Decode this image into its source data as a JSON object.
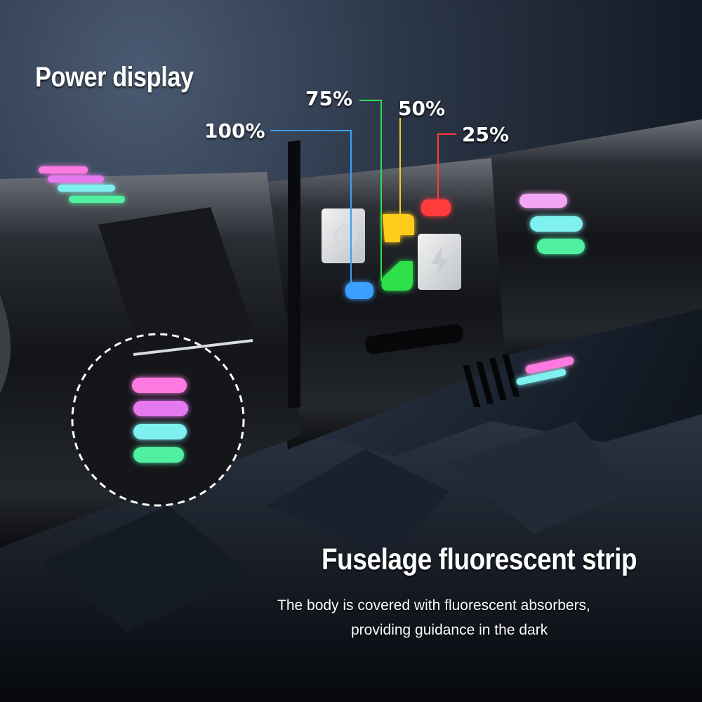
{
  "titles": {
    "power_display": "Power display",
    "fuselage": "Fuselage fluorescent strip"
  },
  "description": {
    "line1": "The body is covered with fluorescent absorbers,",
    "line2": "providing guidance in the dark"
  },
  "levels": [
    {
      "label": "100%",
      "color": "#3aa0ff"
    },
    {
      "label": "75%",
      "color": "#2ee04a"
    },
    {
      "label": "50%",
      "color": "#ffcc1a"
    },
    {
      "label": "25%",
      "color": "#ff3b3b"
    }
  ],
  "strip_colors": [
    "#ff7ae0",
    "#e678f0",
    "#7ef0f0",
    "#4ff0a0"
  ]
}
